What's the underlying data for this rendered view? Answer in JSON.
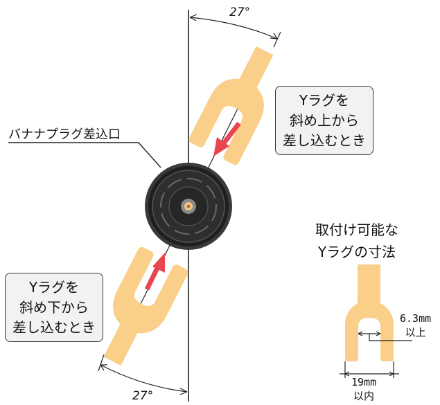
{
  "diagram": {
    "angle_top": "27°",
    "angle_bottom": "27°",
    "port_label": "バナナプラグ差込口",
    "callout_top": [
      "Yラグを",
      "斜め上から",
      "差し込むとき"
    ],
    "callout_bottom": [
      "Yラグを",
      "斜め下から",
      "差し込むとき"
    ],
    "spec_title": [
      "取付け可能な",
      "Yラグの寸法"
    ],
    "gap_dim": [
      "6.3mm",
      "以上"
    ],
    "width_dim": [
      "19mm",
      "以内"
    ],
    "colors": {
      "lug": "#f9cf8a",
      "arrow": "#e8454f",
      "line": "#222222",
      "callout_bg": "#f2f2f2",
      "terminal": "#2a2a2a"
    }
  }
}
